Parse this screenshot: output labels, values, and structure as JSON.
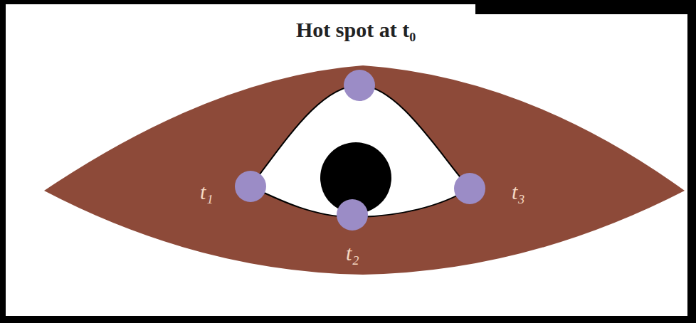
{
  "diagram": {
    "title": "Hot spot at t₀",
    "labels": [
      "t₁",
      "t₂",
      "t₃"
    ]
  }
}
